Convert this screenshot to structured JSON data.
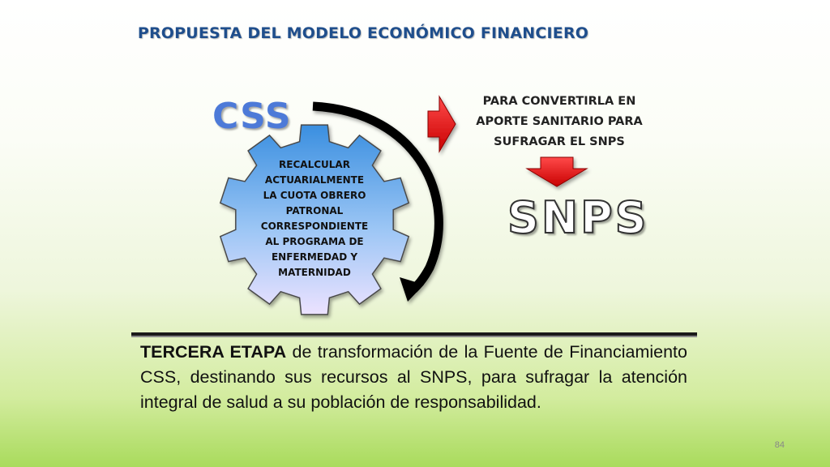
{
  "title": "PROPUESTA DEL  MODELO ECONÓMICO FINANCIERO",
  "diagram": {
    "source_label": "CSS",
    "target_label": "SNPS",
    "gear_lines": [
      "RECALCULAR",
      "ACTUARIALMENTE",
      "LA CUOTA OBRERO",
      "PATRONAL",
      "CORRESPONDIENTE",
      "AL PROGRAMA DE",
      "ENFERMEDAD Y",
      "MATERNIDAD"
    ],
    "convert_lines": [
      "PARA CONVERTIRLA EN",
      "APORTE SANITARIO PARA",
      "SUFRAGAR EL SNPS"
    ]
  },
  "stage": {
    "lead": "TERCERA ETAPA",
    "body": " de transformación de la Fuente de Financiamiento CSS, destinando sus recursos al SNPS, para sufragar la atención integral de salud a su población de responsabilidad."
  },
  "page_number": "84",
  "colors": {
    "title": "#1f4e8c",
    "css_label": "#4d7ad8",
    "gear_fill_top": "#3a8fe0",
    "gear_fill_bottom": "#e8dcff",
    "arrow_red": "#e8141b",
    "cycle_arrow": "#000000"
  }
}
